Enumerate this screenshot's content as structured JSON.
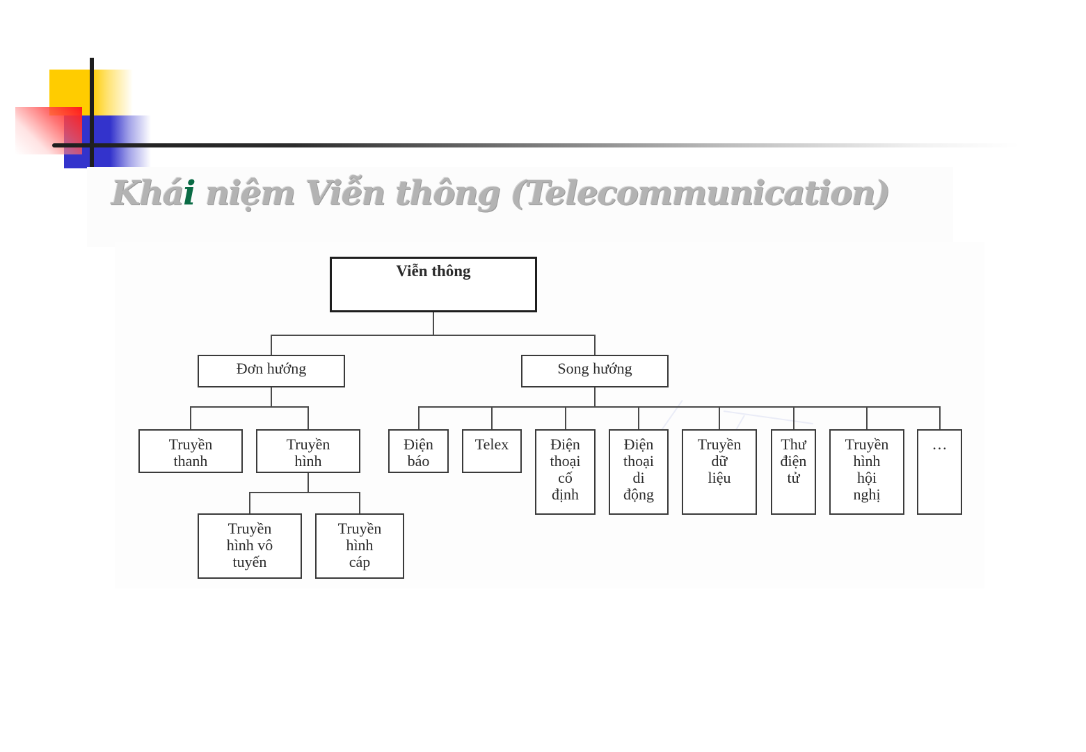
{
  "slide": {
    "title_prefix": "Khá",
    "title_accent": "i",
    "title_suffix": " niệm Viễn thông (Telecommunication)",
    "accent_color": "#0a6b45",
    "title_color": "#b3b3b3"
  },
  "diagram": {
    "root": {
      "id": "vien-thong",
      "label": "Viễn thông"
    },
    "branches": [
      {
        "id": "don-huong",
        "label": "Đơn hướng",
        "children": [
          {
            "id": "truyen-thanh",
            "label": "Truyền\nthanh"
          },
          {
            "id": "truyen-hinh",
            "label": "Truyền\nhình",
            "children": [
              {
                "id": "truyen-hinh-vo-tuyen",
                "label": "Truyền\nhình vô\ntuyến"
              },
              {
                "id": "truyen-hinh-cap",
                "label": "Truyền\nhình\ncáp"
              }
            ]
          }
        ]
      },
      {
        "id": "song-huong",
        "label": "Song hướng",
        "children": [
          {
            "id": "dien-bao",
            "label": "Điện\nbáo"
          },
          {
            "id": "telex",
            "label": "Telex"
          },
          {
            "id": "dien-thoai-co-dinh",
            "label": "Điện\nthoại\ncố\nđịnh"
          },
          {
            "id": "dien-thoai-di-dong",
            "label": "Điện\nthoại\ndi\nđộng"
          },
          {
            "id": "truyen-du-lieu",
            "label": "Truyền\ndữ\nliệu"
          },
          {
            "id": "thu-dien-tu",
            "label": "Thư\nđiện\ntử"
          },
          {
            "id": "truyen-hinh-hoi-nghi",
            "label": "Truyền\nhình\nhội\nnghị"
          },
          {
            "id": "khac",
            "label": "…"
          }
        ]
      }
    ]
  }
}
